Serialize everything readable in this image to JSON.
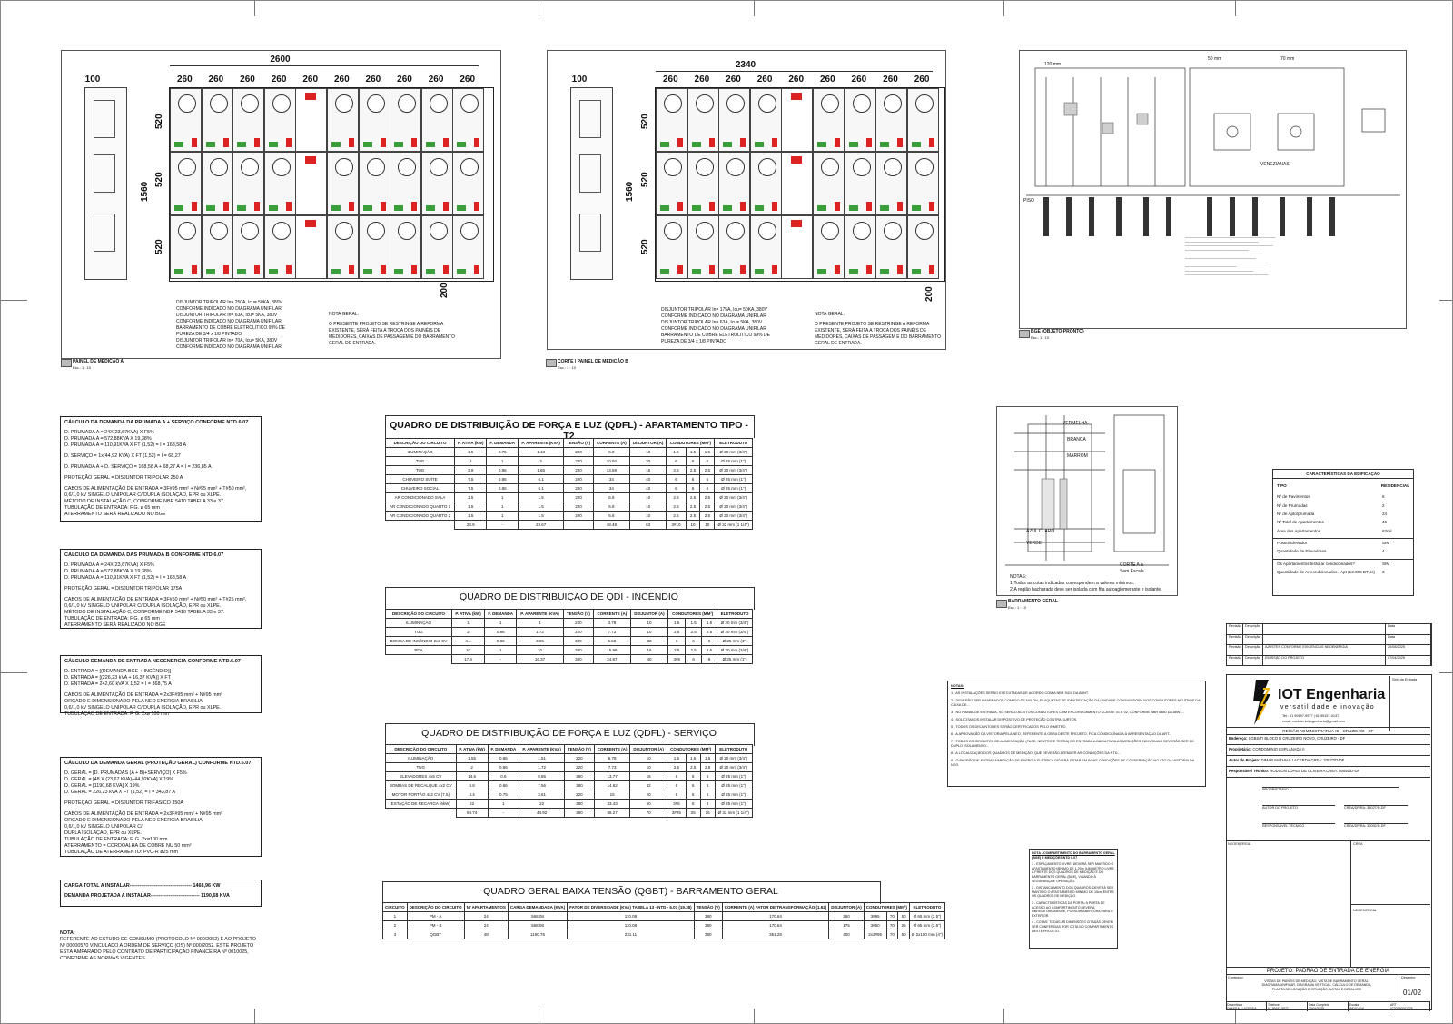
{
  "drawing": {
    "panel_a": {
      "total_width": "2600",
      "module_widths": [
        "260",
        "260",
        "260",
        "260",
        "260",
        "260",
        "260",
        "260",
        "260",
        "260"
      ],
      "left_width": "100",
      "heights": [
        "520",
        "520",
        "520"
      ],
      "total_height": "1560",
      "bottom_dim": "200",
      "caption": "PAINEL DE MEDIÇÃO A",
      "scale": "Esc.: 1 : 10",
      "legend": [
        "DISJUNTOR TRIPOLAR In= 250A, Icu= 50KA, 380V CONFORME INDICADO NO DIAGRAMA UNIFILAR",
        "DISJUNTOR TRIPOLAR In= 63A, Icu= 5KA, 380V CONFORME INDICADO NO DIAGRAMA UNIFILAR",
        "BARRAMENTO DE COBRE ELETROLITICO 99% DE PUREZA DE 3/4 x 1/8 PINTADO",
        "DISJUNTOR TRIPOLAR In= 70A, Icu= 5KA, 380V CONFORME INDICADO NO DIAGRAMA UNIFILAR"
      ],
      "note_title": "NOTA GERAL:",
      "note": "O PRESENTE PROJETO SE RESTRINGE A REFORMA EXISTENTE, SERÁ FEITA A TROCA DOS PAINÉIS DE MEDIDORES, CAIXAS DE PASSAGEM E DO BARRAMENTO GERAL DE ENTRADA."
    },
    "panel_b": {
      "total_width": "2340",
      "module_widths": [
        "260",
        "260",
        "260",
        "260",
        "260",
        "260",
        "260",
        "260",
        "260"
      ],
      "left_width": "100",
      "heights": [
        "520",
        "520",
        "520"
      ],
      "total_height": "1560",
      "bottom_dim": "200",
      "caption": "CORTE | PAINEL DE MEDIÇÃO B",
      "scale": "Esc.: 1 : 10",
      "legend": [
        "DISJUNTOR TRIPOLAR In= 175A, Icu= 50KA, 380V CONFORME INDICADO NO DIAGRAMA UNIFILAR",
        "DISJUNTOR TRIPOLAR In= 63A, Icu= 5KA, 380V CONFORME INDICADO NO DIAGRAMA UNIFILAR",
        "BARRAMENTO DE COBRE ELETROLITICO 99% DE PUREZA DE 3/4 x 1/8 PINTADO"
      ],
      "note_title": "NOTA GERAL:",
      "note": "O PRESENTE PROJETO SE RESTRINGE A REFORMA EXISTENTE, SERÁ FEITA A TROCA DOS PAINÉIS DE MEDIDORES, CAIXAS DE PASSAGEM E DO BARRAMENTO GERAL DE ENTRADA."
    },
    "bge": {
      "caption": "BGE (OBJETO PRONTO)",
      "scale": "Esc.: 1 : 10",
      "dim_a": "120 mm",
      "dim_b": "50 mm",
      "dim_c": "70 mm",
      "floor": "PISO",
      "label": "VENEZIANAS"
    },
    "barramento": {
      "caption": "BARRAMENTO GERAL",
      "scale": "Esc.: 1 : 10",
      "labels": [
        "VERMELHA",
        "BRANCA",
        "MARROM",
        "AZUL CLARO",
        "VERDE"
      ],
      "corte": "CORTE A A",
      "corte_sub": "Sem Escala",
      "nota_title": "NOTAS:",
      "notas": [
        "1-Todas as cotas indicadas correspondem a valores mínimos.",
        "2-A região hachurada deve ser isolada com fita autoaglomerante e isolante."
      ]
    }
  },
  "calc": [
    {
      "title": "CÁLCULO DA DEMANDA DA PRUMADA A + SERVIÇO CONFORME NTD.6.07",
      "lines": [
        "D. PRUMADA A = 24X(23,67KVA) X F5%",
        "D. PRUMADA A = 572,88KVA X 19,38%",
        "D. PRUMADA A = 110,91KVA X FT (1,52) = I = 168,58 A",
        "",
        "D. SERVIÇO = 1x(44,92 KVA) X FT (1,52) = I = 68,27",
        "",
        "D. PRUMADA A + D. SERVIÇO = 168,58 A + 68,27 A = I = 236,85 A",
        "",
        "PROTEÇÃO GERAL = DISJUNTOR TRIPOLAR 250 A",
        "",
        "CABOS DE ALIMENTAÇÃO DE ENTRADA = 3F#95 mm² + N#95 mm² + T#50 mm²,",
        "0,6/1,0 kV SINGELO UNIPOLAR C/ DUPLA ISOLAÇÃO, EPR ou XLPE.",
        "MÉTODO DE INSTALAÇÃO C, CONFORME NBR 5410 TABELA 33 e 37.",
        "TUBULAÇÃO DE ENTRADA: F.G. ø 65 mm",
        "ATERRAMENTO SERÁ REALIZADO NO BGE"
      ]
    },
    {
      "title": "CÁLCULO DA DEMANDA DAS PRUMADA B  CONFORME NTD.6.07",
      "lines": [
        "D. PRUMADA A = 24X(23,67KVA) X F5%",
        "D. PRUMADA A = 572,88KVA X 19,38%",
        "D. PRUMADA A = 110,91KVA X FT (1,52) = I = 168,58 A",
        "",
        "PROTEÇÃO GERAL = DISJUNTOR TRIPOLAR 175A",
        "",
        "CABOS DE ALIMENTAÇÃO DE ENTRADA = 3F#50 mm² + N#50 mm² + T#25 mm²,",
        "0,6/1,0 kV SINGELO UNIPOLAR C/ DUPLA ISOLAÇÃO, EPR ou XLPE.",
        "MÉTODO DE INSTALAÇÃO C, CONFORME NBR 5410 TABELA 33 e 37.",
        "TUBULAÇÃO DE ENTRADA: F.G. ø 65 mm",
        "ATERRAMENTO SERÁ REALIZADO NO BGE"
      ]
    },
    {
      "title": "CÁLCULO DEMANDA DE ENTRADA NEOENERGIA CONFORME NTD.6.07",
      "lines": [
        "D. ENTRADA = [(DEMANDA BGE + INCÊNDIO)]",
        "D. ENTRADA = [(226,23 kVA + 16,37 KVA)] X FT",
        "D. ENTRADA = 242,60 kVA X 1,52 = I = 368,75 A",
        "",
        "CABOS DE ALIMENTAÇÃO DE ENTRADA = 2x3F#95 mm² + N#95 mm²",
        "ORÇADO E DIMENSIONADO PELA NEO ENERGIA BRASILIA,",
        "0,6/1,0 kV SINGELO UNIPOLAR C/ DUPLA ISOLAÇÃO, EPR ou XLPE.",
        "TUBULAÇÃO DE ENTRADA: F. G.  2xø 100 mm"
      ]
    },
    {
      "title": "CÁLCULO DA DEMANDA GERAL (PROTEÇÃO GERAL)   CONFORME NTD.6.07",
      "lines": [
        "D. GERAL = [D. PRUMADAS (A + B)+SERVIÇO] X F5%",
        "D. GERAL = [48 X (23,67 KVA)+44,92KVA] X 19%",
        "D. GERAL = [1190,68 KVA] X 19%",
        "D. GERAL = 226,23 kVA X FT (1,52) = I = 343,87 A",
        "",
        "PROTEÇÃO GERAL = DISJUNTOR TRIFÁSICO 350A",
        "",
        "CABOS DE ALIMENTAÇÃO DE ENTRADA = 2x3F#95 mm² + N#95 mm²",
        "ORÇADO E DIMENSIONADO PELA NEO ENERGIA BRASILIA,",
        "0,6/1,0 kV SINGELO UNIPOLAR C/",
        "DUPLA ISOLAÇÃO, EPR ou XLPE.",
        "TUBULAÇÃO DE ENTRADA: F. G. 2xø100 mm",
        "ATERRAMENTO = CORDOALHA DE COBRE NU 50 mm²",
        "TUBULAÇÃO DE ATERRAMENTO: PVC-R ø25 mm"
      ]
    }
  ],
  "carga": {
    "line1": "CARGA TOTAL A INSTALAR-------------------------------------- 1468,96 KW",
    "line2": "DEMANDA PROJETADA A INSTALAR------------------------------ 1190,68 KVA"
  },
  "nota_final": {
    "title": "NOTA:",
    "text": "REFERENTE AO ESTUDO DE CONSUMO (PROTOCOLO Nº 000/2052) E AO PROJETO Nº 00000570 VINCULADO A ORDEM DE SERVIÇO (OS) Nº 000/2052. ESTE PROJETO ESTÁ AMPARADO PELO CONTRATO DE PARTICIPAÇÃO FINANCEIRA Nº 0010025, CONFORME AS NORMAS VIGENTES."
  },
  "tables": {
    "t2": {
      "title": "QUADRO DE DISTRIBUIÇÃO DE FORÇA E LUZ (QDFL) -  APARTAMENTO TIPO - T2",
      "headers": [
        "DESCRIÇÃO DO CIRCUITO",
        "P. ATIVA (kW)",
        "F. DEMANDA",
        "P. APARENTE (KVA)",
        "TENSÃO (V)",
        "CORRENTE (A)",
        "DISJUNTOR (A)",
        "CONDUTORES (MM²)",
        "ELETRODUTO"
      ],
      "rows": [
        [
          "ILUMINAÇÃO",
          "1.5",
          "0.75",
          "1.13",
          "220",
          "6.8",
          "10",
          "1.5",
          "1.5",
          "1.5",
          "Ø 20 mm (3/4\")"
        ],
        [
          "TUG",
          "2",
          "1",
          "2",
          "220",
          "10.92",
          "20",
          "6",
          "6",
          "6",
          "Ø 25 mm (1\")"
        ],
        [
          "TUG",
          "2.9",
          "0.86",
          "1.65",
          "220",
          "13.59",
          "16",
          "2.5",
          "2.5",
          "2.5",
          "Ø 20 mm (3/4\")"
        ],
        [
          "CHUVEIRO SUÍTE",
          "7.5",
          "0.86",
          "6.1",
          "220",
          "34",
          "40",
          "6",
          "6",
          "6",
          "Ø 25 mm (1\")"
        ],
        [
          "CHUVEIRO SOCIAL",
          "7.5",
          "0.86",
          "6.1",
          "220",
          "34",
          "40",
          "6",
          "6",
          "6",
          "Ø 25 mm (1\")"
        ],
        [
          "AR CONDICIONADO SALA",
          "1.5",
          "1",
          "1.5",
          "220",
          "6.8",
          "10",
          "2.5",
          "2.5",
          "2.5",
          "Ø 20 mm (3/4\")"
        ],
        [
          "AR CONDICIONADO QUARTO 1",
          "1.5",
          "1",
          "1.5",
          "220",
          "6.8",
          "10",
          "2.5",
          "2.5",
          "2.5",
          "Ø 20 mm (3/4\")"
        ],
        [
          "AR CONDICIONADO QUARTO 2",
          "1.5",
          "1",
          "1.5",
          "220",
          "6.8",
          "10",
          "2.5",
          "2.5",
          "2.5",
          "Ø 20 mm (3/4\")"
        ]
      ],
      "total": [
        "28.9",
        "-",
        "23.67",
        "",
        "48.48",
        "63",
        "3#10",
        "10",
        "10",
        "Ø 32 mm (1 1/4\")"
      ]
    },
    "incendio": {
      "title": "QUADRO DE DISTRIBUIÇÃO DE  QDI - INCÊNDIO",
      "headers": [
        "DESCRIÇÃO DO CIRCUITO",
        "P. ATIVA (kW)",
        "F. DEMANDA",
        "P. APARENTE (KVA)",
        "TENSÃO (V)",
        "CORRENTE (A)",
        "DISJUNTOR (A)",
        "CONDUTORES (MM²)",
        "ELETRODUTO"
      ],
      "rows": [
        [
          "ILUMINAÇÃO",
          "1",
          "1",
          "1",
          "220",
          "3.78",
          "10",
          "1.5",
          "1.5",
          "1.5",
          "Ø 20 mm (3/4\")"
        ],
        [
          "TUG",
          "2",
          "0.86",
          "1.72",
          "220",
          "7.73",
          "10",
          "2.5",
          "2.5",
          "2.5",
          "Ø 20 mm (3/4\")"
        ],
        [
          "BOMBA DE INCÊNDIO 2x3 CV",
          "4.4",
          "0.86",
          "3.65",
          "380",
          "5.58",
          "32",
          "6",
          "6",
          "6",
          "Ø 25 mm (1\")"
        ],
        [
          "BDA",
          "10",
          "1",
          "10",
          "380",
          "15.96",
          "16",
          "2.5",
          "2.5",
          "2.5",
          "Ø 20 mm (3/4\")"
        ]
      ],
      "total": [
        "17.4",
        "-",
        "16.37",
        "380",
        "24.87",
        "40",
        "3#6",
        "6",
        "6",
        "Ø 25 mm (1\")"
      ]
    },
    "servico": {
      "title": "QUADRO DE DISTRIBUIÇÃO DE  FORÇA E LUZ (QDFL) - SERVIÇO",
      "headers": [
        "DESCRIÇÃO DO CIRCUITO",
        "P. ATIVA (kW)",
        "F. DEMANDA",
        "P. APARENTE (KVA)",
        "TENSÃO (V)",
        "CORRENTE (A)",
        "DISJUNTOR (A)",
        "CONDUTORES (MM²)",
        "ELETRODUTO"
      ],
      "rows": [
        [
          "ILUMINAÇÃO",
          "1.55",
          "0.86",
          "1.51",
          "220",
          "6.78",
          "10",
          "1.5",
          "1.5",
          "1.5",
          "Ø 20 mm (3/4\")"
        ],
        [
          "TUG",
          "2",
          "0.86",
          "1.72",
          "220",
          "7.73",
          "10",
          "2.5",
          "2.5",
          "2.5",
          "Ø 20 mm (3/4\")"
        ],
        [
          "ELEVADORES 4x5 CV",
          "14.6",
          "0.6",
          "8.86",
          "380",
          "13.77",
          "16",
          "6",
          "6",
          "6",
          "Ø 25 mm (1\")"
        ],
        [
          "BOMBAS DE RECALQUE 4x2 CV",
          "8.8",
          "0.86",
          "7.56",
          "380",
          "14.62",
          "32",
          "6",
          "6",
          "6",
          "Ø 25 mm (1\")"
        ],
        [
          "MOTOR PORTÃO 4x2 CV (7.5)",
          "4.4",
          "0.75",
          "3.61",
          "220",
          "15",
          "20",
          "6",
          "6",
          "6",
          "Ø 25 mm (1\")"
        ],
        [
          "ESTAÇÃO DE RECARGA (6kW)",
          "22",
          "1",
          "22",
          "380",
          "33.43",
          "50",
          "3#6",
          "6",
          "6",
          "Ø 25 mm (1\")"
        ]
      ],
      "total": [
        "59.74",
        "-",
        "44.92",
        "380",
        "68.27",
        "70",
        "3#25",
        "25",
        "16",
        "Ø 32 mm (1 1/4\")"
      ]
    },
    "qgbt": {
      "title": "QUADRO GERAL BAIXA TENSÃO (QGBT) - BARRAMENTO GERAL",
      "headers": [
        "CIRCUITO",
        "DESCRIÇÃO DO CIRCUITO",
        "Nº APARTAMENTOS",
        "CARGA DEMANDADA (KVA)",
        "FATOR DE DIVERSIDADE (KVA) TABELA 13 - NTD - 6.07 (19.38)",
        "TENSÃO (V)",
        "CORRENTE (A) FATOR DE TRANSFORMAÇÃO (1.52)",
        "DISJUNTOR (A)",
        "CONDUTORES (MM²)",
        "ELETRODUTO"
      ],
      "rows": [
        [
          "1",
          "PM - A",
          "24",
          "568.08",
          "110.08",
          "380",
          "170.64",
          "250",
          "3#95",
          "70",
          "50",
          "Ø 65 mm (2.5\")"
        ],
        [
          "2",
          "PM - B",
          "24",
          "568.08",
          "110.08",
          "380",
          "170.64",
          "175",
          "3#50",
          "70",
          "25",
          "Ø 65 mm (2.5\")"
        ],
        [
          "3",
          "QGBT",
          "48",
          "1190.76",
          "231.11",
          "380",
          "351.28",
          "400",
          "2x3#95",
          "70",
          "50",
          "Ø 2x100 mm (4\")"
        ]
      ]
    }
  },
  "caracteristicas": {
    "title": "CARACTERÍSTICAS DA EDIFICAÇÃO",
    "tipo_label": "TIPO",
    "tipo_value": "RESIDENCIAL",
    "rows": [
      [
        "Nº de Pavimentos",
        "6"
      ],
      [
        "Nº de Prumadas",
        "2"
      ],
      [
        "Nº de Apto/prumada",
        "24"
      ],
      [
        "Nº Total de Apartamentos",
        "48"
      ],
      [
        "Área dos Apartamentos",
        "62m²"
      ],
      [
        "Possui Elevador",
        "SIM"
      ],
      [
        "Quantidade de Elevadores",
        "4"
      ],
      [
        "Os Apartamentos terão ar condicionados?",
        "SIM"
      ],
      [
        "Quantidade de Ar condicionados / Apt (12.000 BTUs)",
        "3"
      ]
    ]
  },
  "notas_gerais": {
    "title": "NOTAS:",
    "items": [
      "1 - AS INSTALAÇÕES SERÃO EXECUTADAS DE ACORDO COM A NBR 5410 DA ABNT.",
      "2 - DEVERÃO SER AMARRADOS COM FIO DE NYLON, PLAQUETAS DE IDENTIFICAÇÃO DA UNIDADE CONSUMIDORA NOS CONDUTORES NEUTROS DA CAIXA DE...",
      "3 - NO RAMAL DE ENTRADA, SÓ SERÃO ACEITOS CONDUTORES COM ENCORDOAMENTO CLASSE 01 E 02, CONFORME NBR 6880 DA ABNT...",
      "4 - SOLICITAMOS INSTALAR DISPOSITIVO DE PROTEÇÃO CONTRA SURTOS.",
      "5 - TODOS OS DISJUNTORES SERÃO CERTIFICADOS PELO INMETRO.",
      "6 - A APROVAÇÃO DA VISTORIA PELA NEO, REFERENTE À OBRA DESTE PROJETO, FICA CONDICIONADA À APRESENTAÇÃO DA ART...",
      "7 - TODOS OS CIRCUITOS DE ALIMENTAÇÃO (FASE, NEUTRO E TERRA) DO ENTRADA A BAIXA PARA AS MEDIÇÕES INDIVIDUAIS DEVERÃO SER DE DUPLO ISOLAMENTO...",
      "8 - A LOCALIZAÇÃO DOS QUADROS DE MEDIÇÃO, QUE DEVERÃO ATENDER AS CONDIÇÕES DA NTD...",
      "9 - O PADRÃO DE ENTRADA/MEDIÇÃO DE ENERGIA ELÉTRICA DEVERÁ ESTAR EM BOAS CONDIÇÕES DE CONSERVAÇÃO NO ATO DA VISTORIA DA NEO."
    ]
  },
  "nota_compartimento": {
    "title": "NOTA - COMPARTIMENTO DO BARRAMENTO GERAL (BGE) E MEDIÇÕES NTD 6.07",
    "items": [
      "1 - ESPAÇAMENTO LIVRE: DEVERÁ SER MANTIDO O AFASTAMENTO MÍNIMO DE 1,20m (UM METRO LIVRE À FRENTE DOS QUADROS DE MEDIÇÃO E DO BARRAMENTO GERAL (BGE), VISANDO À SEGURANÇA E OPERAÇÃO.",
      "2 - DISTANCIAMENTO DOS QUADROS: DEVERÁ SER MANTIDO O AFASTAMENTO MÍNIMO DE 15cm ENTRE OS QUADROS DE MEDIÇÃO.",
      "3 - CARACTERÍSTICAS DA PORTA: A PORTA DE ACESSO AO COMPARTIMENTO DEVERÁ, OBRIGATORIAMENTE, POSSUIR ABERTURA PARA O EXTERIOR.",
      "4 - COTAS: TODAS AS DIMENSÕES CITADAS DEVEM SER CONFERIDAS POR COTA NO COMPARTIMENTO DESTE PROJETO."
    ]
  },
  "revisoes": {
    "rows": [
      [
        "Revisão",
        "Descrição",
        "",
        "Data"
      ],
      [
        "Revisão",
        "Descrição",
        "",
        "Data"
      ],
      [
        "Revisão",
        "Descrição",
        "AJUSTES CONFORME EXIGÊNCIAS NEOENERGIA",
        "20/08/2025"
      ],
      [
        "Revisão",
        "Descrição",
        "EMISSÃO DO PROJETO",
        "07/04/2025"
      ]
    ]
  },
  "titleblock": {
    "company": "IOT Engenharia",
    "tagline": "versatilidade e inovação",
    "contact": "Tel.: 61 99197-9977 | 61 99157-0137",
    "email": "email: contato.iotengenharia@gmail.com",
    "region": "REGIÃO ADMINISTRATIVA XI - CRUZEIRO - DF",
    "endereco_label": "Endereço:",
    "endereco": "SGBS/TI BLOCO D CRUZEIRO NOVO, CRUZEIRO - DF",
    "proprietario_label": "Proprietário:",
    "proprietario": "CONDOMÍNIO ESPLANADA II",
    "autor_label": "Autor do Projeto:",
    "autor": "DIMAR MATHIAS LACERDA CREA: 33027/D-DF",
    "resp_label": "Responsável Técnico:",
    "resp": "RODSON LOPES DE OLIVEIRA CREA: 30092/D-DF",
    "proprietario_sig": "PROPRIETÁRIO",
    "autor_sig": "AUTOR DO PROJETO",
    "autor_crea": "CREA/DF/RA: 33027/D-DF",
    "resp_sig": "RESPONSÁVEL TÉCNICO",
    "resp_crea": "CREA/DF/RA: 30092/D-DF",
    "neo_left": "NEOENERGIA",
    "crea_right": "CREA",
    "neo_right": "NEOENERGIA",
    "projeto": "PROJETO: PADRÃO DE ENTRADA DE ENERGIA",
    "conteudo_label": "Conteúdo:",
    "conteudo": "VISTAS DE PAINÉIS DE MEDIÇÃO, VISTA DE BARRAMENTO GERAL, DIAGRAMA UNIFILAR, DIAGRAMA VERTICAL, CÁLCULO DE DEMANDA, PLANTA DE LOCAÇÃO E SITUAÇÃO, NOTAS E DETALHES",
    "desenho_label": "Desenho:",
    "sheet": "01/02",
    "foot": [
      [
        "Desenhista",
        "DIMAR M. LACERDA"
      ],
      [
        "Telefone",
        "61 99197-9977"
      ],
      [
        "Data Completa",
        "20/04/2025"
      ],
      [
        "Escala",
        "INDICADA"
      ],
      [
        "ART",
        "0720250007225"
      ]
    ],
    "selo": "Selo da Entrada"
  }
}
